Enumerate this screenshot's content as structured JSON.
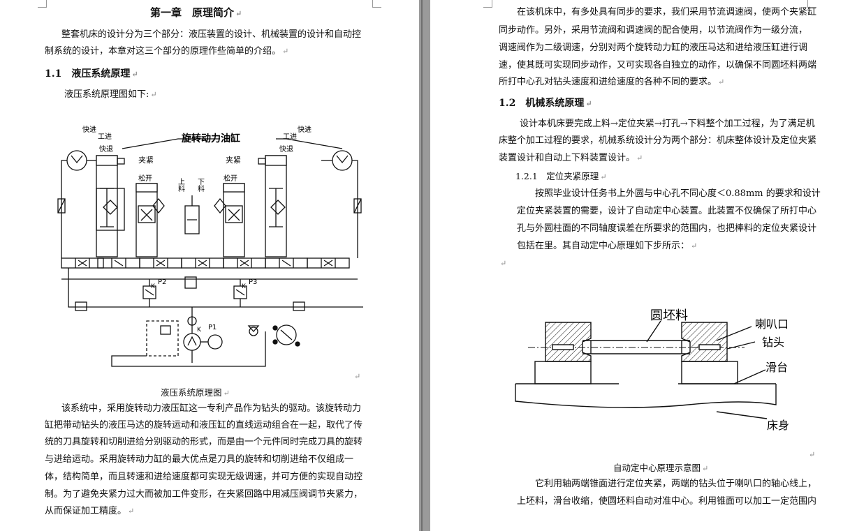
{
  "left": {
    "chapter_title": "第一章　原理简介",
    "intro_lines": [
      "整套机床的设计分为三个部分：液压装置的设计、机械装置的设计和自动控",
      "制系统的设计，本章对这三个部分的原理作些简单的介绍。"
    ],
    "sec_1_1_title": "1.1　液压系统原理",
    "diagram_intro": "液压系统原理图如下:",
    "diagram_caption": "液压系统原理图",
    "figure_labels": {
      "rotary_cylinder": "旋转动力油缸",
      "fast_feed_l": "快进",
      "work_feed_l": "工进",
      "fast_back_l": "快退",
      "fast_feed_r": "快进",
      "work_feed_r": "工进",
      "fast_back_r": "快退",
      "clamp_l": "夹紧",
      "release_l": "松开",
      "clamp_r": "夹紧",
      "release_r": "松开",
      "load": "上料",
      "unload": "下料",
      "p2": "P2",
      "p3": "P3",
      "p1": "P1",
      "k1": "K",
      "k2": "K",
      "k3": "K"
    },
    "body_lines": [
      "该系统中，采用旋转动力液压缸这一专利产品作为钻头的驱动。该旋转动力",
      "缸把带动钻头的液压马达的旋转运动和液压缸的直线运动组合在一起，取代了传",
      "统的刀具旋转和切削进给分别驱动的形式，而是由一个元件同时完成刀具的旋转",
      "与进给运动。采用旋转动力缸的最大优点是刀具的旋转和切削进给不仅组成一",
      "体，结构简单，而且转速和进给速度都可实现无级调速，并可方便的实现自动控",
      "制。为了避免夹紧力过大而被加工件变形，在夹紧回路中用减压阀调节夹紧力，",
      "从而保证加工精度。"
    ]
  },
  "right": {
    "top_lines": [
      "在该机床中，有多处具有同步的要求，我们采用节流调速阀，使两个夹紧缸",
      "同步动作。另外，采用节流阀和调速阀的配合使用，以节流阀作为一级分流，",
      "调速阀作为二级调速，分别对两个旋转动力缸的液压马达和进给液压缸进行调",
      "速，使其既可实现同步动作，又可实现各自独立的动作，以确保不同圆坯料两端",
      "所打中心孔对钻头速度和进给速度的各种不同的要求。"
    ],
    "sec_1_2_title": "1.2　机械系统原理",
    "sec_1_2_lines": [
      "设计本机床要完成上料→定位夹紧→打孔→下料整个加工过程，为了满足机",
      "床整个加工过程的要求，机械系统设计分为两个部分：机床整体设计及定位夹紧",
      "装置设计和自动上下料装置设计。"
    ],
    "sec_1_2_1_title": "1.2.1　定位夹紧原理",
    "sec_1_2_1_lines": [
      "按照毕业设计任务书上外圆与中心孔不同心度＜0.88mm 的要求和设计",
      "定位夹紧装置的需要，设计了自动定中心装置。此装置不仅确保了所打中心",
      "孔与外圆柱面的不同轴度误差在所要求的范围内，也把棒料的定位夹紧设计",
      "包括在里。其自动定中心原理如下步所示："
    ],
    "figure_labels": {
      "blank": "圆坯料",
      "horn_mouth": "喇叭口",
      "drill": "钻头",
      "slide": "滑台",
      "bed": "床身"
    },
    "figure_caption": "自动定中心原理示意图",
    "bottom_lines": [
      "它利用轴两端锥面进行定位夹紧，两端的钻头位于喇叭口的轴心线上，",
      "上坯料，滑台收缩，使圆坯料自动对准中心。利用锥面可以加工一定范围内"
    ]
  },
  "para_mark": "↵",
  "colors": {
    "desk": "#a0a0a0",
    "page": "#ffffff",
    "ink": "#111111",
    "mark": "#888888",
    "spell_underline": "#3a8a3a"
  }
}
